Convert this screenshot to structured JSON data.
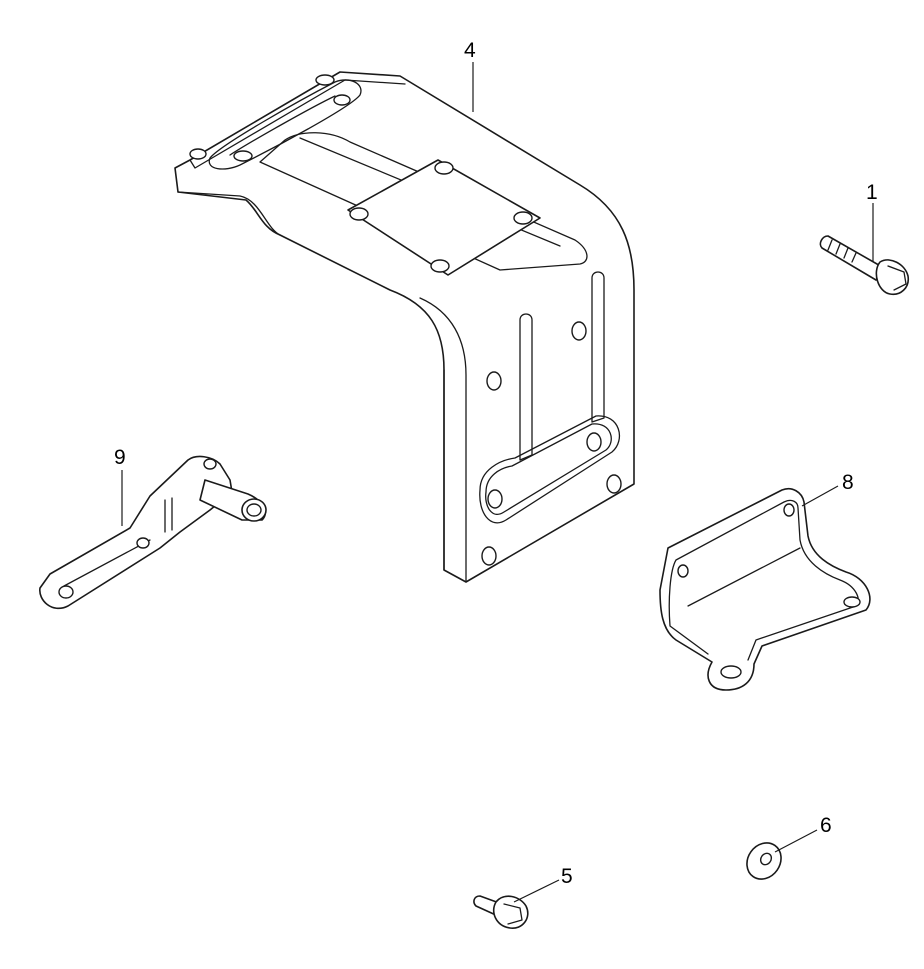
{
  "callouts": {
    "part_1": "1",
    "part_4": "4",
    "part_5": "5",
    "part_6": "6",
    "part_8": "8",
    "part_9": "9"
  },
  "colors": {
    "line": "#1a1a1a",
    "background": "#ffffff"
  }
}
